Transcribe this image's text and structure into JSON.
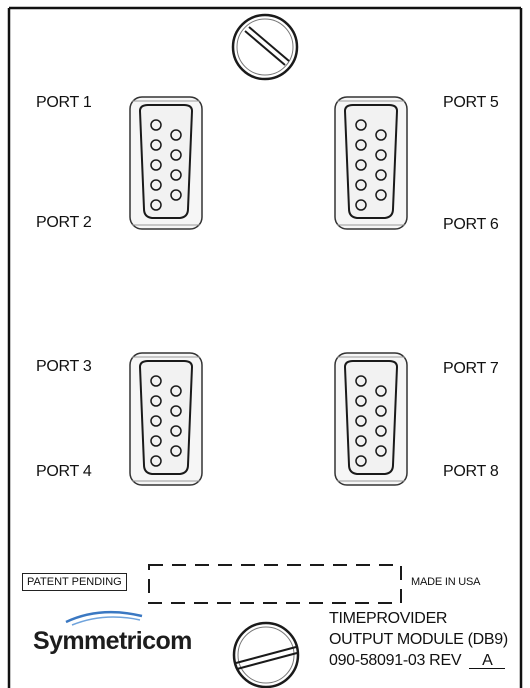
{
  "ports": [
    {
      "label": "PORT 1"
    },
    {
      "label": "PORT 2"
    },
    {
      "label": "PORT 3"
    },
    {
      "label": "PORT 4"
    },
    {
      "label": "PORT 5"
    },
    {
      "label": "PORT 6"
    },
    {
      "label": "PORT 7"
    },
    {
      "label": "PORT 8"
    }
  ],
  "footer": {
    "patent": "PATENT PENDING",
    "made_in": "MADE IN USA",
    "brand": "Symmetricom",
    "module_line1": "TIMEPROVIDER",
    "module_line2": "OUTPUT MODULE (DB9)",
    "part_number": "090-58091-03 REV",
    "revision": "A"
  },
  "icons": {
    "top_screw": "screw-icon",
    "bottom_screw": "screw-icon",
    "connector": "db9-connector-icon",
    "logo_arc": "swoosh-icon"
  },
  "colors": {
    "line": "#1a1a1a",
    "connector_fill": "#f2f2f2"
  }
}
